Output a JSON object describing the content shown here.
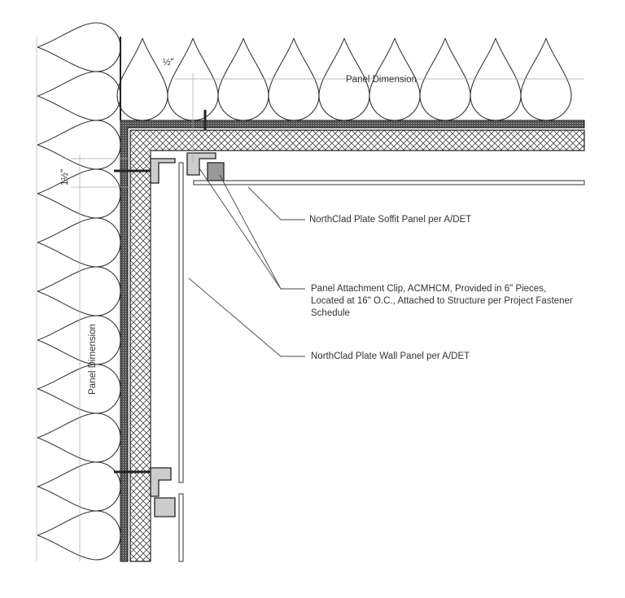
{
  "dimensions": {
    "top_panel_dimension": "Panel Dimension",
    "left_panel_dimension": "Panel Dimension",
    "top_offset": "½\"",
    "left_offset": "1½\""
  },
  "callouts": {
    "soffit_panel": "NorthClad Plate Soffit Panel per A/DET",
    "attachment_clip_line1": "Panel Attachment Clip, ACMHCM, Provided in 6\" Pieces,",
    "attachment_clip_line2": "Located at 16\" O.C., Attached to Structure per Project Fastener",
    "attachment_clip_line3": "Schedule",
    "wall_panel": "NorthClad Plate Wall Panel per A/DET"
  }
}
